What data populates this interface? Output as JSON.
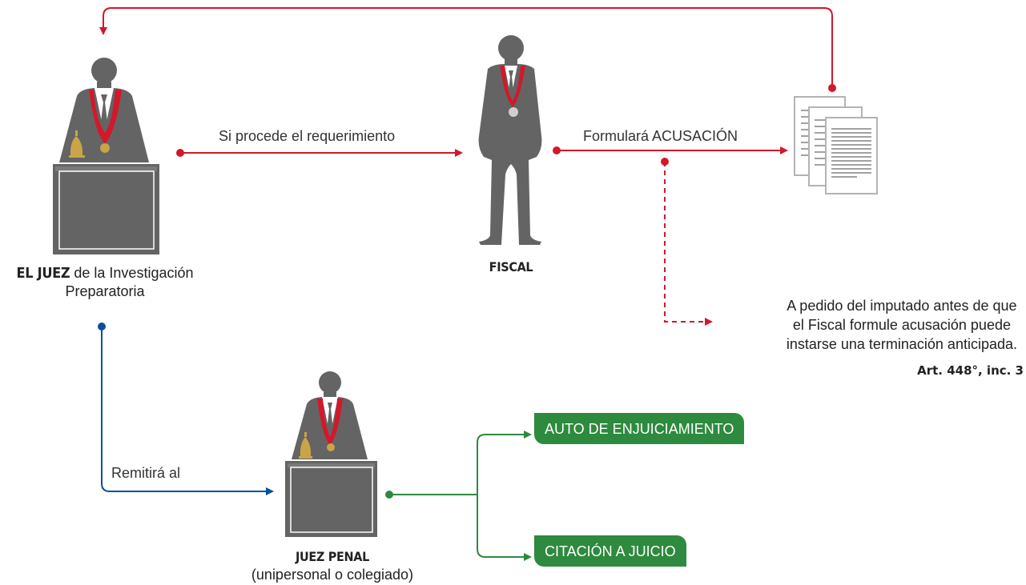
{
  "colors": {
    "red": "#d3182a",
    "blue": "#0a4f9a",
    "green": "#2d8a3e",
    "figure": "#646464",
    "bell": "#c9a449"
  },
  "nodes": {
    "juez": {
      "title_bold": "EL JUEZ",
      "title_rest": " de la Investigación",
      "title_line2": "Preparatoria",
      "icon": "judge-at-bench-icon"
    },
    "fiscal": {
      "title": "FISCAL",
      "icon": "prosecutor-icon"
    },
    "documents": {
      "icon": "documents-icon"
    },
    "juez_penal": {
      "title": "JUEZ PENAL",
      "subtitle": "(unipersonal o colegiado)",
      "icon": "judge-at-bench-icon"
    }
  },
  "edges": {
    "juez_to_fiscal": "Si procede el requerimiento",
    "fiscal_to_docs": "Formulará ACUSACIÓN",
    "juez_to_penal": "Remitirá al"
  },
  "note": {
    "line1": "A pedido del imputado antes de que",
    "line2": "el Fiscal formule acusación puede",
    "line3": "instarse una terminación anticipada.",
    "reference": "Art. 448°, inc. 3"
  },
  "outcomes": {
    "auto": "AUTO DE ENJUICIAMIENTO",
    "citacion": "CITACIÓN A JUICIO"
  }
}
